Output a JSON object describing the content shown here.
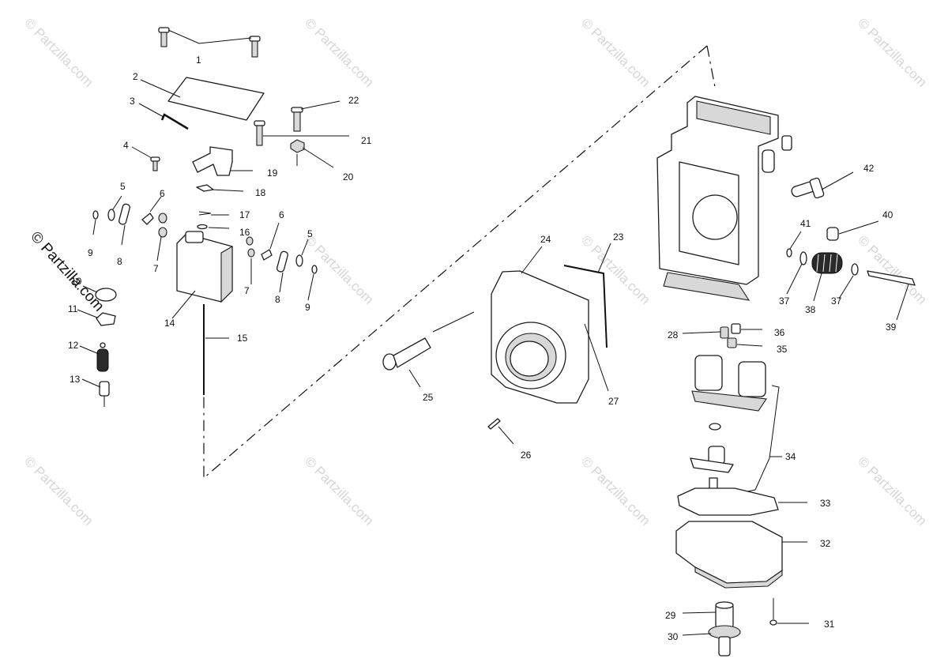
{
  "watermark": {
    "text": "© Partzilla.com",
    "color": "#d6d6d6"
  },
  "copyright": {
    "text": "© Partzilla.com"
  },
  "callouts": [
    "1",
    "2",
    "3",
    "4",
    "5",
    "6",
    "7",
    "8",
    "9",
    "10",
    "11",
    "12",
    "13",
    "14",
    "15",
    "16",
    "17",
    "18",
    "19",
    "20",
    "21",
    "22",
    "23",
    "24",
    "25",
    "26",
    "27",
    "28",
    "29",
    "30",
    "31",
    "32",
    "33",
    "34",
    "35",
    "36",
    "37",
    "38",
    "39",
    "40",
    "41",
    "42"
  ],
  "repeat_callouts": {
    "left": [
      "5",
      "6",
      "7",
      "8",
      "9"
    ],
    "right": [
      "5",
      "6",
      "7",
      "8",
      "9"
    ],
    "washer_b": "37"
  },
  "colors": {
    "line": "#1c1c1c",
    "background": "#ffffff",
    "shade": "#d8d8d8"
  }
}
